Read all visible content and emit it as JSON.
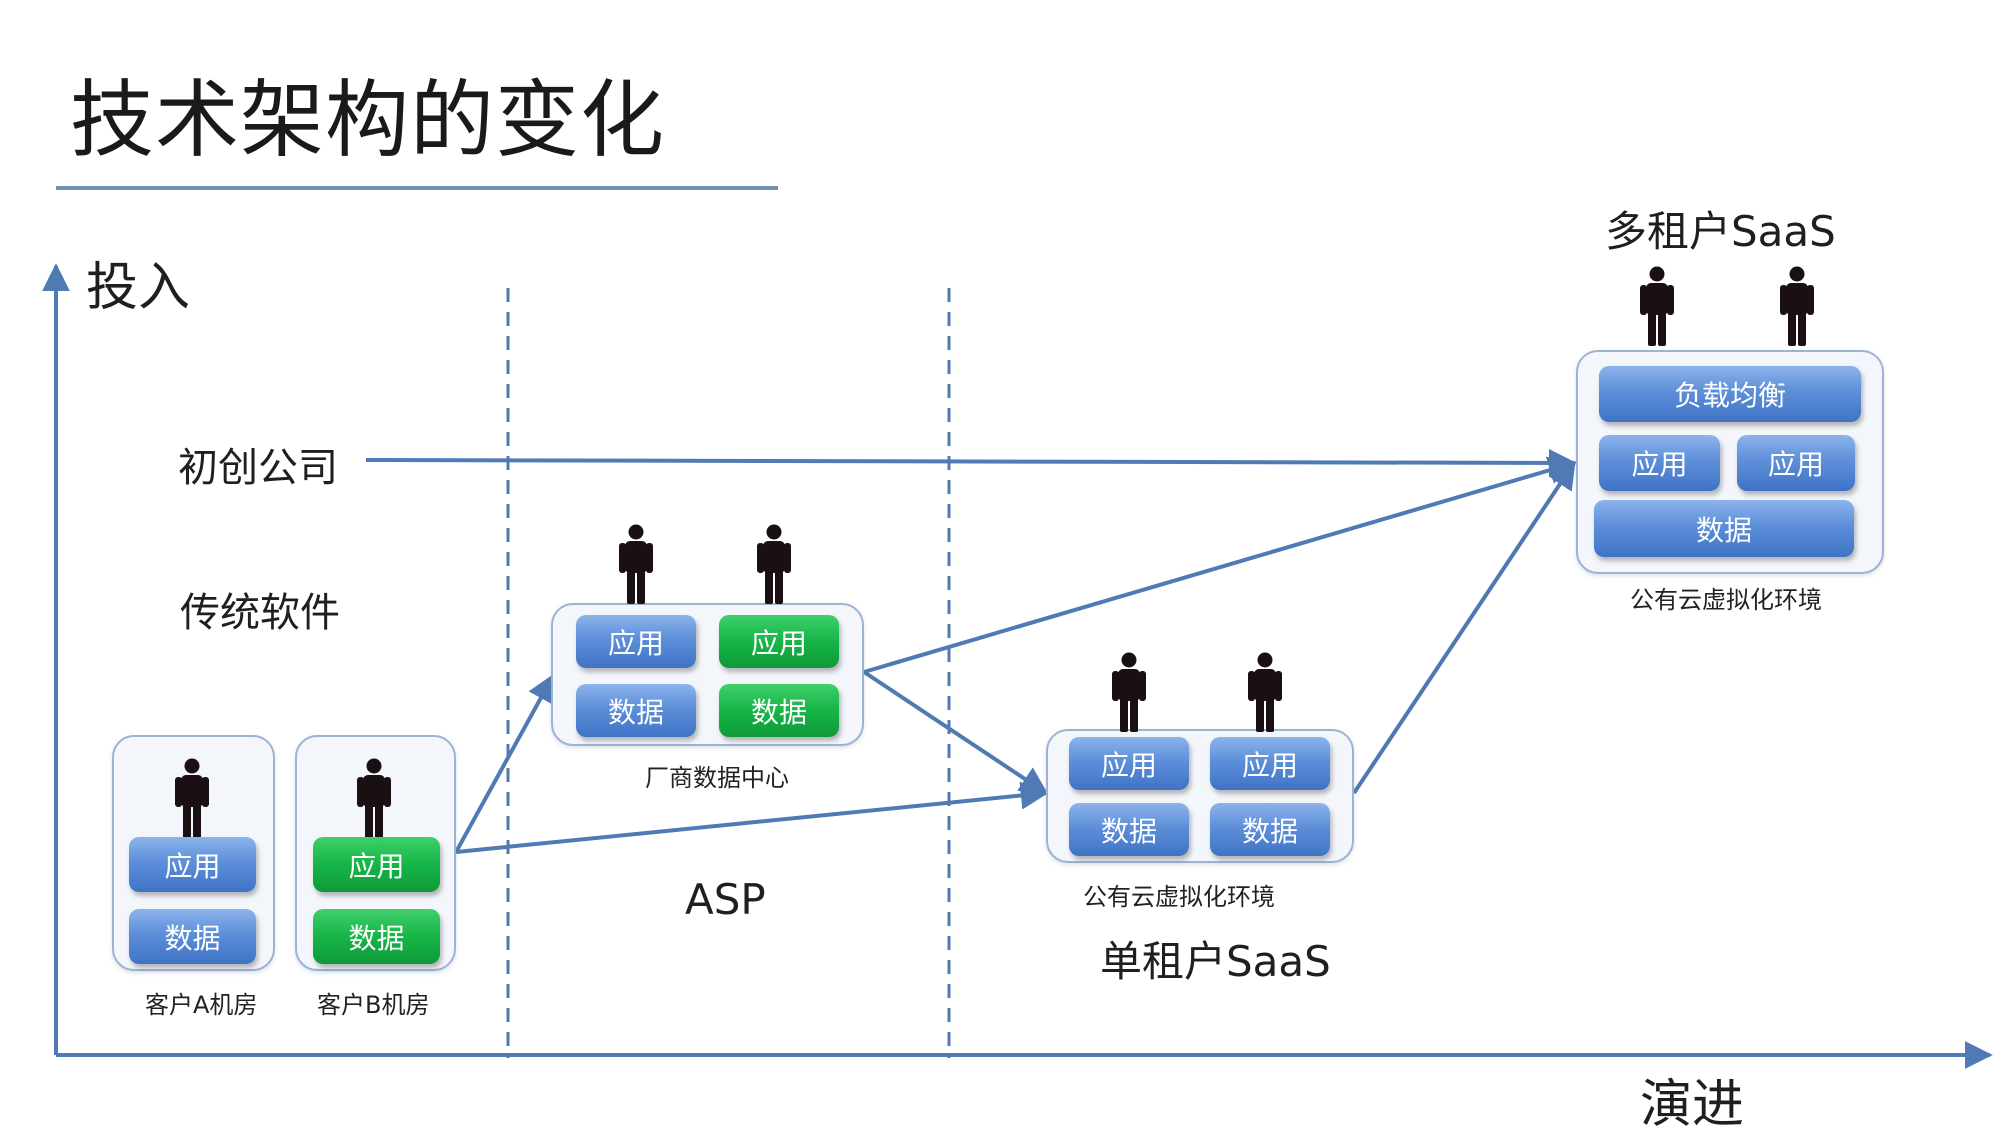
{
  "title": "技术架构的变化",
  "axes": {
    "y_label": "投入",
    "x_label": "演进"
  },
  "segments": {
    "startup": "初创公司",
    "traditional": "传统软件"
  },
  "sections": {
    "asp": "ASP",
    "single_tenant": "单租户SaaS",
    "multi_tenant": "多租户SaaS"
  },
  "customer_a": {
    "app": "应用",
    "data": "数据",
    "caption": "客户A机房"
  },
  "customer_b": {
    "app": "应用",
    "data": "数据",
    "caption": "客户B机房"
  },
  "vendor_dc": {
    "app_1": "应用",
    "app_2": "应用",
    "data_1": "数据",
    "data_2": "数据",
    "caption": "厂商数据中心"
  },
  "single_cloud": {
    "app_1": "应用",
    "app_2": "应用",
    "data_1": "数据",
    "data_2": "数据",
    "caption": "公有云虚拟化环境"
  },
  "multi_cloud": {
    "load_balancer": "负载均衡",
    "app_1": "应用",
    "app_2": "应用",
    "data": "数据",
    "caption": "公有云虚拟化环境"
  },
  "colors": {
    "axis": "#4f7ab3",
    "blue_block": "#5d8fd9",
    "green_block": "#17b548",
    "group_border": "#9db3d3",
    "person": "#1a0f12"
  }
}
